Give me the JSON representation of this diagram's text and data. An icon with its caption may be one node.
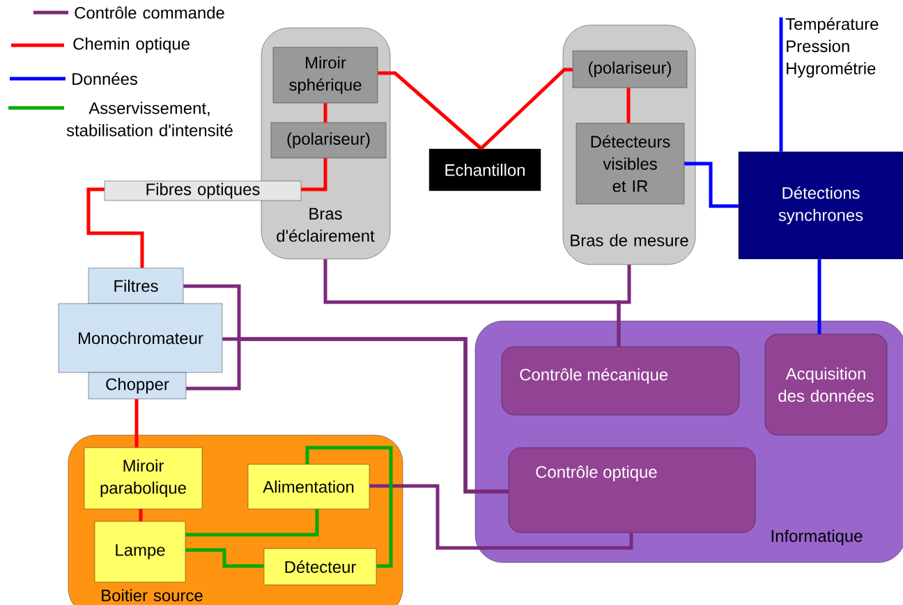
{
  "diagram": {
    "nodes": [
      {
        "text": [
          "Bras d'éclairement"
        ]
      },
      {
        "text": [
          "Miroir sphérique"
        ],
        "in": 0
      },
      {
        "text": [
          "(polariseur)"
        ],
        "in": 0
      },
      {
        "text": [
          "Fibres optiques"
        ]
      },
      {
        "text": [
          "Echantillon"
        ]
      },
      {
        "text": [
          "Bras de mesure"
        ]
      },
      {
        "text": [
          "(polariseur)"
        ],
        "in": 5
      },
      {
        "text": [
          "Détecteurs visibles et IR"
        ],
        "in": 5
      },
      {
        "text": [
          "Détections synchrones"
        ]
      },
      {
        "text": [
          "Température",
          "Pression",
          "Hygrométrie"
        ]
      },
      {
        "text": [
          "Filtres"
        ]
      },
      {
        "text": [
          "Monochromateur"
        ]
      },
      {
        "text": [
          "Chopper"
        ]
      },
      {
        "text": [
          "Boitier source"
        ]
      },
      {
        "text": [
          "Miroir parabolique"
        ],
        "in": 13
      },
      {
        "text": [
          "Alimentation"
        ],
        "in": 13
      },
      {
        "text": [
          "Lampe"
        ],
        "in": 13
      },
      {
        "text": [
          "Détecteur"
        ],
        "in": 13
      },
      {
        "text": [
          "Informatique"
        ]
      },
      {
        "text": [
          "Contrôle mécanique"
        ],
        "in": 18
      },
      {
        "text": [
          "Acquisition des données"
        ],
        "in": 18
      },
      {
        "text": [
          "Contrôle optique"
        ],
        "in": 18
      }
    ],
    "edges": [
      {
        "from": 1,
        "to": 4,
        "arrow": "none"
      },
      {
        "from": 4,
        "to": 6,
        "arrow": "none"
      },
      {
        "from": 1,
        "to": 2,
        "arrow": "none"
      },
      {
        "from": 2,
        "to": 3,
        "arrow": "none"
      },
      {
        "from": 6,
        "to": 7,
        "arrow": "none"
      },
      {
        "from": 3,
        "to": 10,
        "arrow": "none"
      },
      {
        "from": 12,
        "to": 14,
        "arrow": "none"
      },
      {
        "from": 14,
        "to": 16,
        "arrow": "none"
      },
      {
        "from": 7,
        "to": 8,
        "arrow": "none",
        "color": "#0000ff"
      },
      {
        "from": 9,
        "to": 8,
        "arrow": "none",
        "color": "#0000ff"
      },
      {
        "from": 8,
        "to": 20,
        "arrow": "none",
        "color": "#0000ff"
      },
      {
        "from": 0,
        "to": 19,
        "arrow": "none",
        "color": "#7b2a7b"
      },
      {
        "from": 5,
        "to": 19,
        "arrow": "none",
        "color": "#7b2a7b"
      },
      {
        "from": 10,
        "to": 21,
        "arrow": "none",
        "color": "#7b2a7b"
      },
      {
        "from": 11,
        "to": 21,
        "arrow": "none",
        "color": "#7b2a7b"
      },
      {
        "from": 12,
        "to": 21,
        "arrow": "none",
        "color": "#7b2a7b"
      },
      {
        "from": 15,
        "to": 21,
        "arrow": "none",
        "color": "#7b2a7b"
      },
      {
        "from": 16,
        "to": 15,
        "arrow": "none",
        "color": "#00aa00"
      },
      {
        "from": 16,
        "to": 17,
        "arrow": "none",
        "color": "#00aa00"
      },
      {
        "from": 17,
        "to": 15,
        "arrow": "none",
        "color": "#00aa00"
      }
    ],
    "legend": [
      {
        "text": "Contrôle commande",
        "color": "#7b2a7b"
      },
      {
        "text": "Chemin optique",
        "color": "#ff0000"
      },
      {
        "text": "Données",
        "color": "#0000ff"
      },
      {
        "text": "Asservissement, stabilisation d'intensité",
        "color": "#00aa00"
      }
    ]
  }
}
